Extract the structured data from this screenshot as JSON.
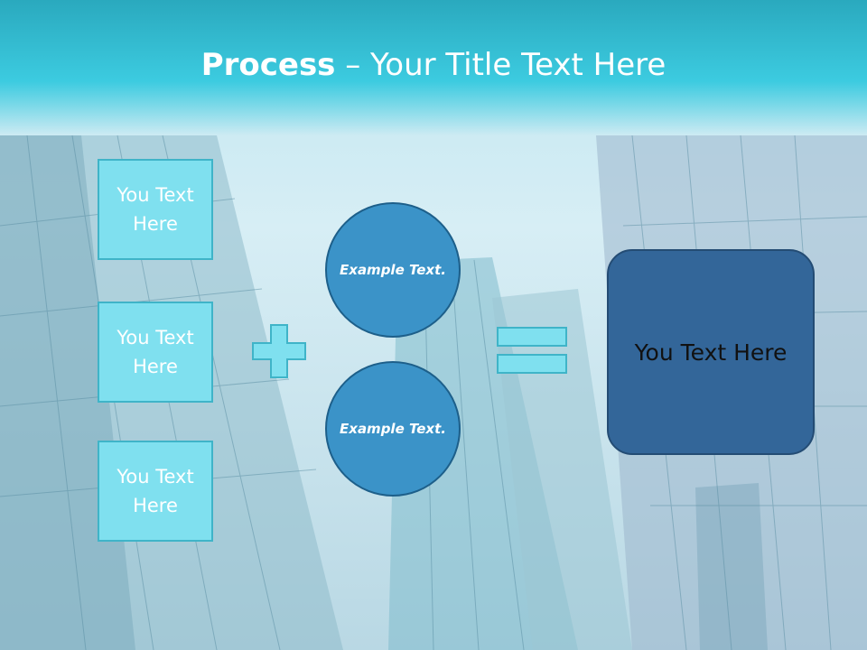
{
  "title": {
    "bold": "Process",
    "rest": " – Your Title Text Here"
  },
  "input_boxes": [
    "You Text Here",
    "You Text Here",
    "You Text Here"
  ],
  "circles": [
    "Example Text.",
    "Example Text."
  ],
  "result": "You Text Here",
  "colors": {
    "title_band": "#3ccbe0",
    "input_box_fill": "#7fe0ef",
    "operator_fill": "#7fe0ef",
    "circle_fill": "#3b93c8",
    "result_fill": "#336699"
  },
  "icons": {
    "plus": "plus-icon",
    "equals": "equals-icon"
  }
}
